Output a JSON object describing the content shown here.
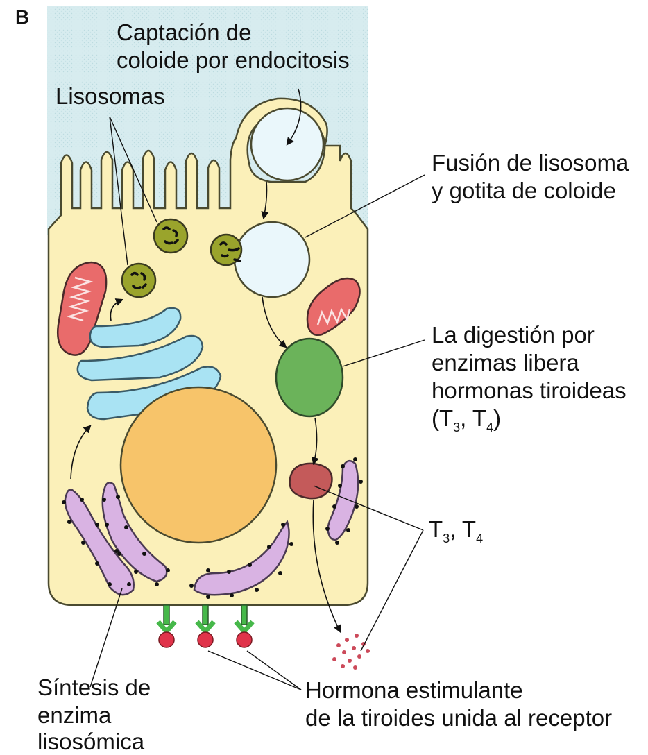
{
  "panel_letter": "B",
  "labels": {
    "captacion": [
      "Captación de",
      "coloide por endocitosis"
    ],
    "lisosomas": "Lisosomas",
    "fusion": [
      "Fusión de lisosoma",
      "y gotita de coloide"
    ],
    "digestion": [
      "La digestión por",
      "enzimas libera",
      "hormonas tiroideas"
    ],
    "digestion_hormones": {
      "open": "(T",
      "sub1": "3",
      "sep": ", T",
      "sub2": "4",
      "close": ")"
    },
    "t3t4": {
      "a": "T",
      "sub1": "3",
      "sep": ", T",
      "sub2": "4"
    },
    "sintesis": [
      "Síntesis de",
      "enzima",
      "lisosómica"
    ],
    "hormona": [
      "Hormona estimulante",
      "de la tiroides unida al receptor"
    ]
  },
  "colors": {
    "colloid": "#d9eef2",
    "cytoplasm": "#fbf0b9",
    "outline": "#4a4a30",
    "nucleus": "#f7c46a",
    "golgi": "#a9e3f3",
    "mitochondria": "#e96b6b",
    "lysosome": "#9aa42c",
    "vesicle": "#eaf7fb",
    "digestion_vesicle": "#6bb35a",
    "hormone_vesicle": "#c45a5a",
    "rer": "#d9b3e3",
    "receptor": "#46b84a",
    "tsh": "#e0334a",
    "dots": "#cc4a5a"
  }
}
